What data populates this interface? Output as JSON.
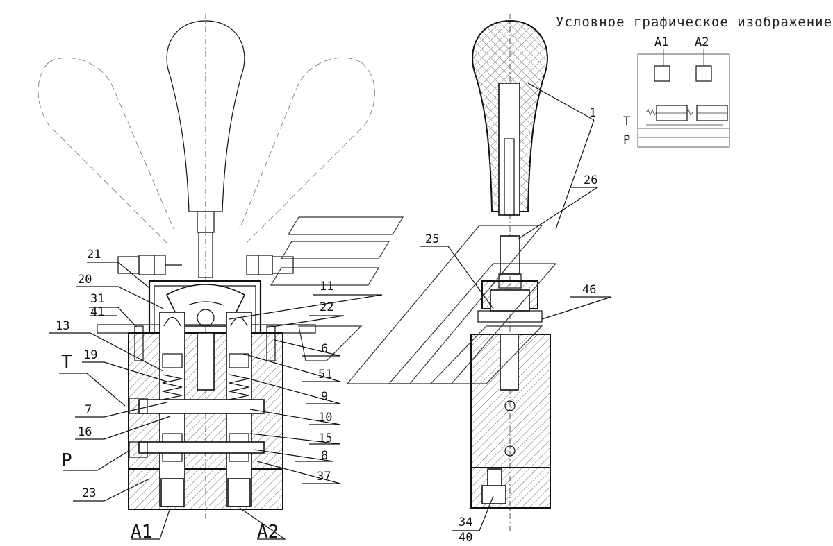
{
  "symbol_title": "Условное графическое изображение",
  "symbol_ports": {
    "a1": "A1",
    "a2": "A2",
    "t": "T",
    "p": "P"
  },
  "ports": {
    "t": "T",
    "p": "P",
    "a1": "A1",
    "a2": "A2"
  },
  "callouts": {
    "c1": "1",
    "c6": "6",
    "c7": "7",
    "c8": "8",
    "c9": "9",
    "c10": "10",
    "c11": "11",
    "c13": "13",
    "c15": "15",
    "c16": "16",
    "c19": "19",
    "c20": "20",
    "c21": "21",
    "c22": "22",
    "c23": "23",
    "c25": "25",
    "c26": "26",
    "c31": "31",
    "c41": "41",
    "c46": "46",
    "c51": "51",
    "c37": "37",
    "c34": "34",
    "c40": "40"
  }
}
